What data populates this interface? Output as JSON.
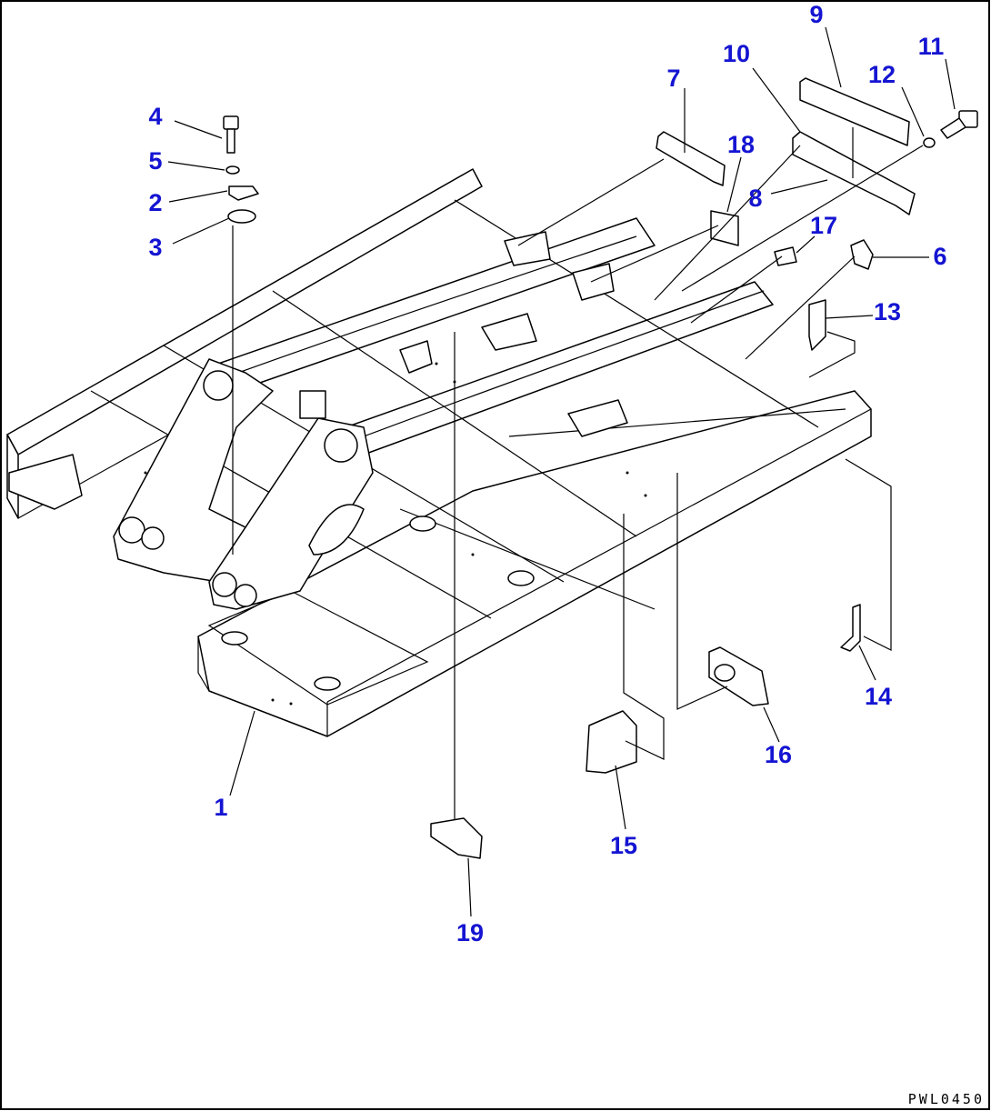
{
  "callouts": [
    {
      "id": "1",
      "label": "1"
    },
    {
      "id": "2",
      "label": "2"
    },
    {
      "id": "3",
      "label": "3"
    },
    {
      "id": "4",
      "label": "4"
    },
    {
      "id": "5",
      "label": "5"
    },
    {
      "id": "6",
      "label": "6"
    },
    {
      "id": "7",
      "label": "7"
    },
    {
      "id": "8",
      "label": "8"
    },
    {
      "id": "9",
      "label": "9"
    },
    {
      "id": "10",
      "label": "10"
    },
    {
      "id": "11",
      "label": "11"
    },
    {
      "id": "12",
      "label": "12"
    },
    {
      "id": "13",
      "label": "13"
    },
    {
      "id": "14",
      "label": "14"
    },
    {
      "id": "15",
      "label": "15"
    },
    {
      "id": "16",
      "label": "16"
    },
    {
      "id": "17",
      "label": "17"
    },
    {
      "id": "18",
      "label": "18"
    },
    {
      "id": "19",
      "label": "19"
    }
  ],
  "drawing_ref": "PWL0450",
  "colors": {
    "callout": "#1414d2",
    "line": "#000000",
    "background": "#ffffff"
  }
}
